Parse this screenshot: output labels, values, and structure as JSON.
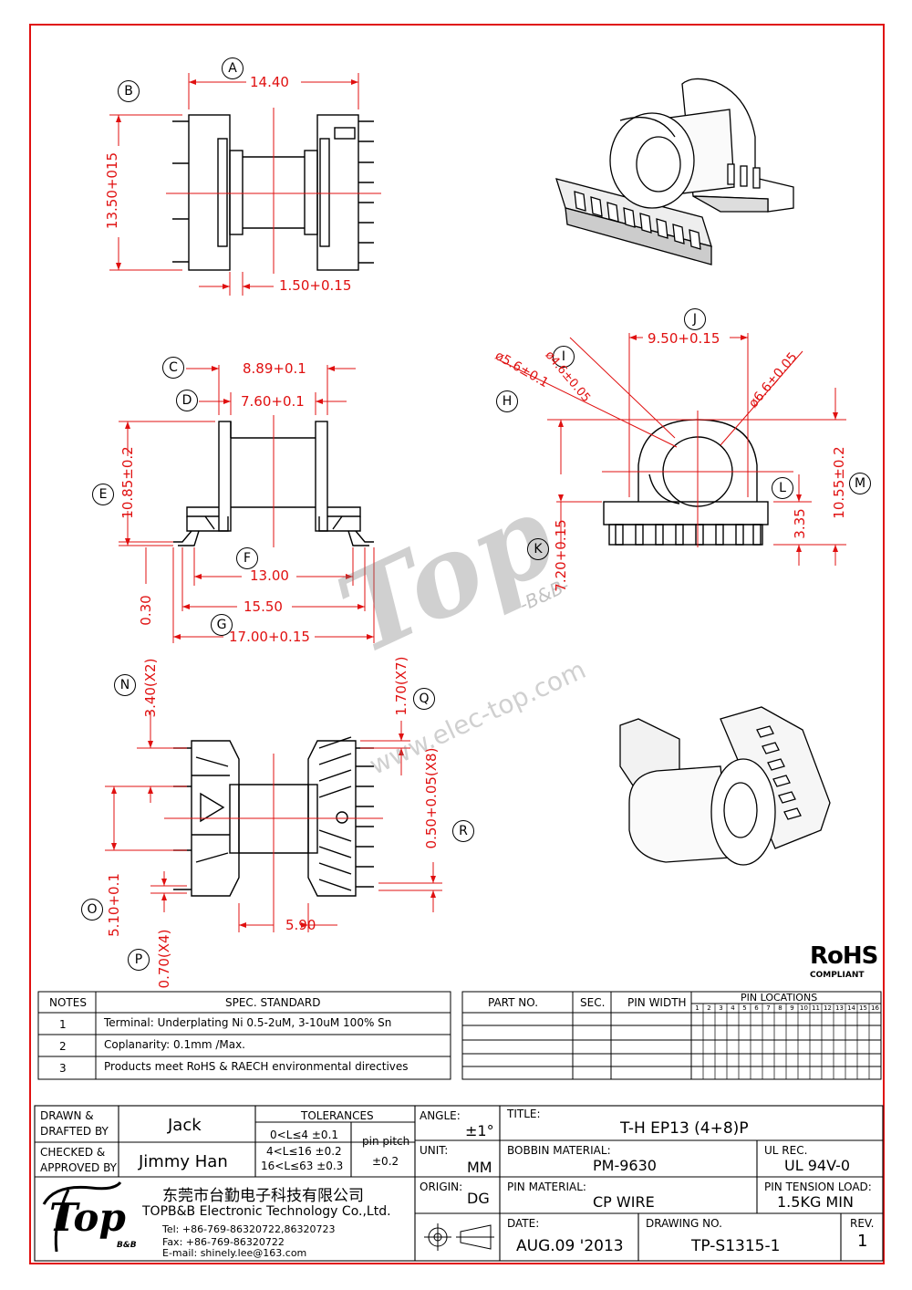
{
  "dims": {
    "A": "A",
    "B": "B",
    "C": "C",
    "D": "D",
    "E": "E",
    "F": "F",
    "G": "G",
    "H": "H",
    "I": "I",
    "J": "J",
    "K": "K",
    "L": "L",
    "M": "M",
    "N": "N",
    "O": "O",
    "P": "P",
    "Q": "Q",
    "R": "R",
    "d_14_40": "14.40",
    "d_13_50": "13.50+015",
    "d_1_50": "1.50+0.15",
    "d_8_89": "8.89+0.1",
    "d_7_60": "7.60+0.1",
    "d_10_85": "10.85±0.2",
    "d_0_30": "0.30",
    "d_13_00": "13.00",
    "d_15_50": "15.50",
    "d_17_00": "17.00+0.15",
    "d_9_50": "9.50+0.15",
    "d_phi46": "ø4.6±0.05",
    "d_phi56": "ø5.6±0.1",
    "d_phi66": "ø6.6±0.05",
    "d_10_55": "10.55±0.2",
    "d_7_20": "7.20+0.15",
    "d_3_35": "3.35",
    "d_3_40": "3.40(X2)",
    "d_1_70": "1.70(X7)",
    "d_0_50": "0.50+0.05(X8)",
    "d_5_10": "5.10+0.1",
    "d_0_70": "0.70(X4)",
    "d_5_90": "5.90"
  },
  "watermark": {
    "brand": "Top",
    "sub": "-B&B-",
    "url": "www.elec-top.com"
  },
  "rohs": {
    "mark": "RoHS",
    "sub": "COMPLIANT"
  },
  "notes": {
    "head_notes": "NOTES",
    "head_spec": "SPEC. STANDARD",
    "rows": [
      {
        "n": "1",
        "text": "Terminal: Underplating Ni 0.5-2uM, 3-10uM 100% Sn"
      },
      {
        "n": "2",
        "text": "Coplanarity: 0.1mm /Max."
      },
      {
        "n": "3",
        "text": "Products meet RoHS & RAECH environmental directives"
      }
    ]
  },
  "parts": {
    "head_part": "PART NO.",
    "head_sec": "SEC.",
    "head_pin_width": "PIN WIDTH",
    "head_pin_loc": "PIN LOCATIONS",
    "pins": [
      "1",
      "2",
      "3",
      "4",
      "5",
      "6",
      "7",
      "8",
      "9",
      "10",
      "11",
      "12",
      "13",
      "14",
      "15",
      "16"
    ]
  },
  "title_block": {
    "drawn_by_label": "DRAWN & DRAFTED BY",
    "drawn_by": "Jack",
    "checked_label": "CHECKED & APPROVED BY",
    "checked_by": "Jimmy Han",
    "tolerances_label": "TOLERANCES",
    "tol1": "0<L≤4   ±0.1",
    "tol2": "4<L≤16  ±0.2",
    "tol3": "16<L≤63  ±0.3",
    "pin_pitch_label": "pin pitch",
    "pin_pitch": "±0.2",
    "angle_label": "ANGLE:",
    "angle": "±1°",
    "unit_label": "UNIT:",
    "unit": "MM",
    "origin_label": "ORIGIN:",
    "origin": "DG",
    "title_label": "TITLE:",
    "title": "T-H EP13 (4+8)P",
    "bobbin_label": "BOBBIN MATERIAL:",
    "bobbin": "PM-9630",
    "ul_label": "UL REC.",
    "ul": "UL 94V-0",
    "pin_mat_label": "PIN MATERIAL:",
    "pin_mat": "CP WIRE",
    "tension_label": "PIN TENSION LOAD:",
    "tension": "1.5KG   MIN",
    "date_label": "DATE:",
    "date": "AUG.09 '2013",
    "dwg_label": "DRAWING NO.",
    "dwg": "TP-S1315-1",
    "rev_label": "REV.",
    "rev": "1",
    "company_cn": "东莞市台勤电子科技有限公司",
    "company_en": "TOPB&B Electronic Technology Co.,Ltd.",
    "tel": "Tel: +86-769-86320722,86320723",
    "fax": "Fax: +86-769-86320722",
    "email": "E-mail: shinely.lee@163.com",
    "logo_text": "Top",
    "logo_sub": "B&B"
  }
}
